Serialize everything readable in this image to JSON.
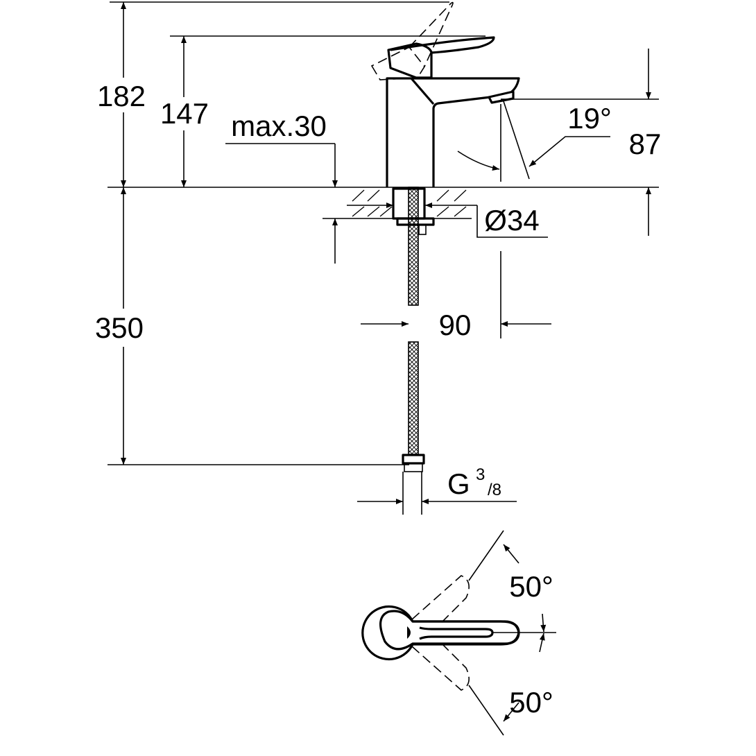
{
  "drawing": {
    "dimensions": {
      "total_height": "182",
      "handle_height": "147",
      "deck_thickness": "max.30",
      "spout_height": "87",
      "spout_angle": "19°",
      "hole_diameter": "Ø34",
      "hose_length": "350",
      "spout_reach": "90",
      "connection_thread": "G",
      "connection_num": "3",
      "connection_den": "/8",
      "lever_left_angle": "50°",
      "lever_right_angle": "50°"
    },
    "line_color": "#000000",
    "background_color": "#ffffff"
  }
}
